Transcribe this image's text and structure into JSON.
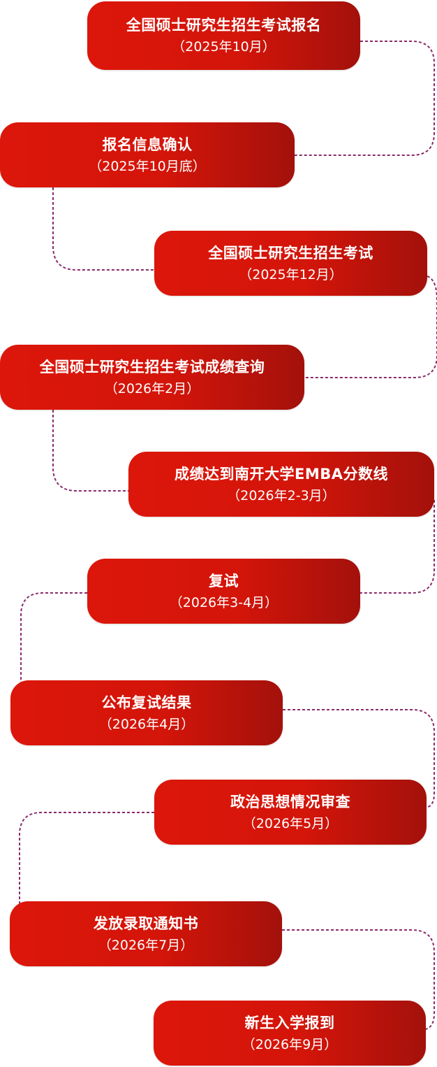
{
  "steps": [
    {
      "title": "全国硕士研究生招生考试报名",
      "date": "（2025年10月）"
    },
    {
      "title": "报名信息确认",
      "date": "（2025年10月底）"
    },
    {
      "title": "全国硕士研究生招生考试",
      "date": "（2025年12月）"
    },
    {
      "title": "全国硕士研究生招生考试成绩查询",
      "date": "（2026年2月）"
    },
    {
      "title": "成绩达到南开大学EMBA分数线",
      "date": "（2026年2-3月）"
    },
    {
      "title": "复试",
      "date": "（2026年3-4月）"
    },
    {
      "title": "公布复试结果",
      "date": "（2026年4月）"
    },
    {
      "title": "政治思想情况审查",
      "date": "（2026年5月）"
    },
    {
      "title": "发放录取通知书",
      "date": "（2026年7月）"
    },
    {
      "title": "新生入学报到",
      "date": "（2026年9月）"
    }
  ],
  "colors": {
    "box_start": "#dc160a",
    "box_end": "#a3110b",
    "connector": "#8a2a6a"
  }
}
